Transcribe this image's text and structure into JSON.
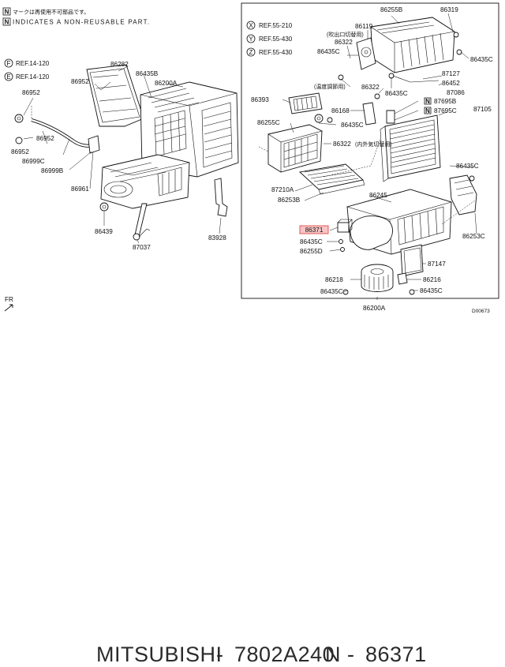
{
  "legend": {
    "n_mark_symbol": "N",
    "note_japanese": "マークは再使用不可部品です。",
    "note_english": "INDICATES A NON-REUSABLE PART.",
    "ref_f_symbol": "F",
    "ref_f": "REF.14-120",
    "ref_e_symbol": "E",
    "ref_e": "REF.14-120",
    "ref_x_symbol": "X",
    "ref_x": "REF.55-210",
    "ref_y_symbol": "Y",
    "ref_y": "REF.55-430",
    "ref_z_symbol": "Z",
    "ref_z": "REF.55-430"
  },
  "left_labels": {
    "p86282": "86282",
    "p86435b": "86435B",
    "p86200a": "86200A",
    "p86952_a": "86952",
    "p86952_b": "86952",
    "p86952_c": "86952",
    "p86952_d": "86952",
    "p86999c": "86999C",
    "p86999b": "86999B",
    "p86961": "86961",
    "p86439": "86439",
    "p87037": "87037",
    "p83928": "83928"
  },
  "right_labels": {
    "p86255b": "86255B",
    "p86319": "86319",
    "p86119": "86119",
    "jp_bracket1": "(吹出口切替用)",
    "p86322_a": "86322",
    "p86435c_a": "86435C",
    "p86435c_b": "86435C",
    "jp_bracket2": "(温度調節用)",
    "p86322_b": "86322",
    "p87127": "87127",
    "p86452": "86452",
    "p87086": "87086",
    "n_mark_1": "N",
    "p87695b": "87695B",
    "n_mark_2": "N",
    "p87695c": "87695C",
    "p87105": "87105",
    "p86393": "86393",
    "p86168": "86168",
    "p86435c_c": "86435C",
    "p86435c_d": "86435C",
    "p86255c": "86255C",
    "p86322_c": "86322",
    "jp_bracket3": "(内外気切替用)",
    "p86435c_e": "86435C",
    "p87210a": "87210A",
    "p86253b": "86253B",
    "p86245": "86245",
    "p86253c": "86253C",
    "p86371": "86371",
    "p86435c_f": "86435C",
    "p86255d": "86255D",
    "p87147": "87147",
    "p86218": "86218",
    "p86216": "86216",
    "p86435c_g": "86435C",
    "p86435c_h": "86435C",
    "p86200a": "86200A",
    "drawing_code": "D00673"
  },
  "fr_label": "FR",
  "caption": {
    "brand": "MITSUBISHI",
    "sep": "-",
    "part_number": "7802A240",
    "n_label": "N",
    "sep2": "-",
    "ref_number": "86371"
  },
  "colors": {
    "highlight_fill": "#f7c5c5",
    "highlight_stroke": "#e04a4a",
    "caption_text": "#2b2b2b"
  }
}
